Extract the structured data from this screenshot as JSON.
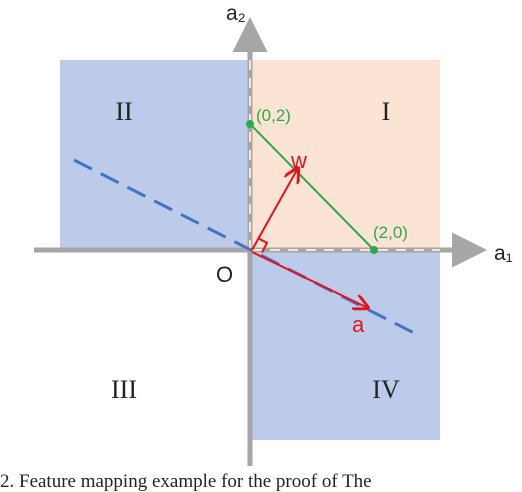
{
  "diagram": {
    "axis_x_label": "a₁",
    "axis_y_label": "a₂",
    "origin_label": "O",
    "quadrants": {
      "q1": "I",
      "q2": "II",
      "q3": "III",
      "q4": "IV"
    },
    "points": {
      "p1": "(0,2)",
      "p2": "(2,0)"
    },
    "vectors": {
      "w": "w",
      "a": "a"
    }
  },
  "colors": {
    "quadrant_blue": "#bccbea",
    "quadrant_peach": "#fce4d4",
    "axis_gray": "#a6a6a6",
    "segment_green": "#2ea84a",
    "vector_red": "#e3141c",
    "dashed_blue": "#4472c4"
  },
  "caption": "2. Feature mapping example for the proof of The"
}
